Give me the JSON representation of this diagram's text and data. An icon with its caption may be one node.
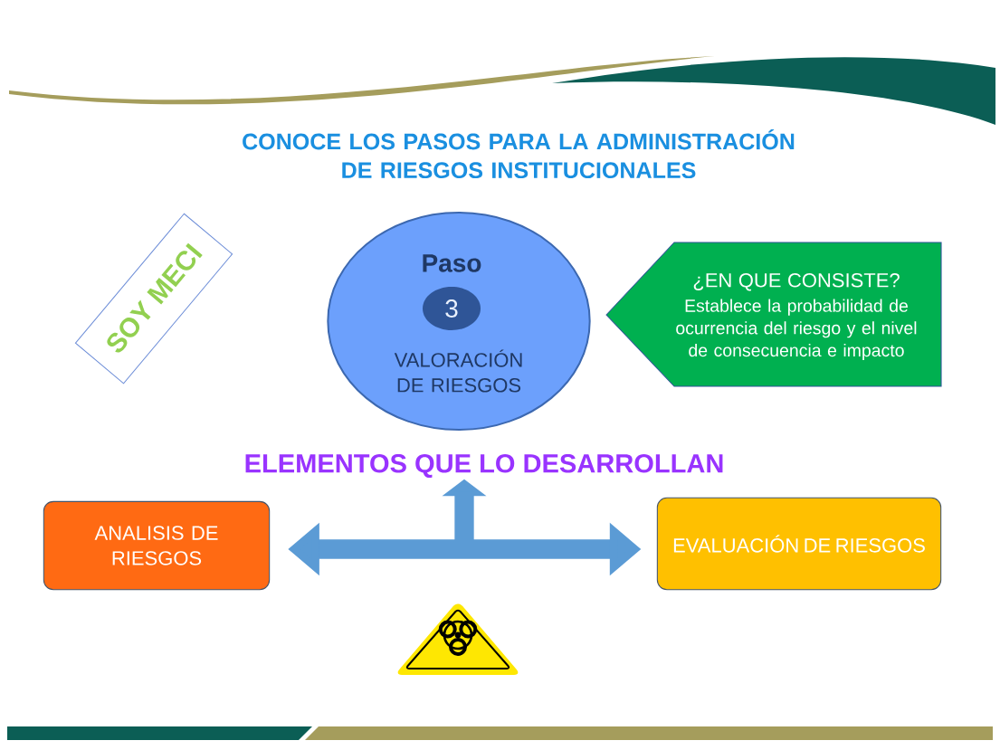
{
  "diagram": {
    "title": "CONOCE LOS PASOS PARA LA ADMINISTRACIÓN DE RIESGOS INSTITUCIONALES",
    "nodes": [
      {
        "text": [
          "Paso",
          "3",
          "VALORACIÓN DE RIESGOS"
        ]
      },
      {
        "text": [
          "¿EN QUE CONSISTE?",
          "Establece la probabilidad de ocurrencia del riesgo y el nivel de consecuencia e impacto"
        ]
      },
      {
        "text": [
          "SOY MECI"
        ]
      },
      {
        "text": [
          "ANALISIS DE RIESGOS"
        ]
      },
      {
        "text": [
          "EVALUACIÓN DE RIESGOS"
        ]
      },
      {
        "text": [
          "ELEMENTOS QUE LO DESARROLLAN"
        ]
      }
    ],
    "edges": [
      {
        "from": 3,
        "to": 4,
        "arrow": "both"
      },
      {
        "from": null,
        "to": 5,
        "arrow": "to"
      }
    ]
  }
}
